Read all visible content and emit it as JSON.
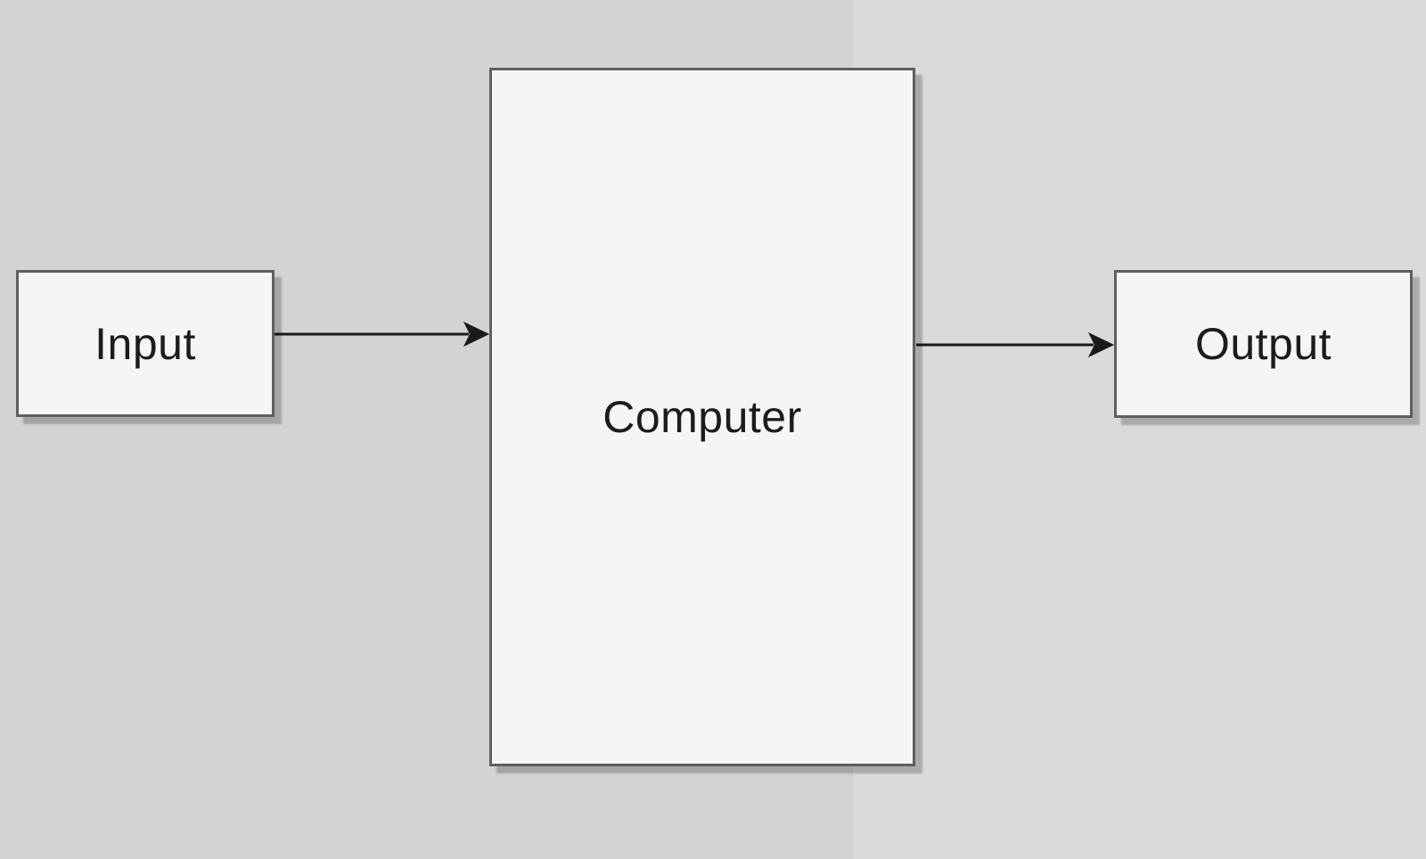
{
  "diagram": {
    "nodes": [
      {
        "id": "input",
        "label": "Input",
        "shape": "rectangle"
      },
      {
        "id": "computer",
        "label": "Computer",
        "shape": "rectangle"
      },
      {
        "id": "output",
        "label": "Output",
        "shape": "rectangle"
      }
    ],
    "edges": [
      {
        "from": "input",
        "to": "computer",
        "style": "solid-arrow"
      },
      {
        "from": "computer",
        "to": "output",
        "style": "solid-arrow"
      }
    ],
    "colors": {
      "canvas_left": "#d2d3d4",
      "canvas_right": "#d9dadb",
      "node_fill": "#f5f5f5",
      "node_border": "#5f5f5f",
      "arrow": "#1a1a1a",
      "label": "#1c1c1c"
    }
  }
}
